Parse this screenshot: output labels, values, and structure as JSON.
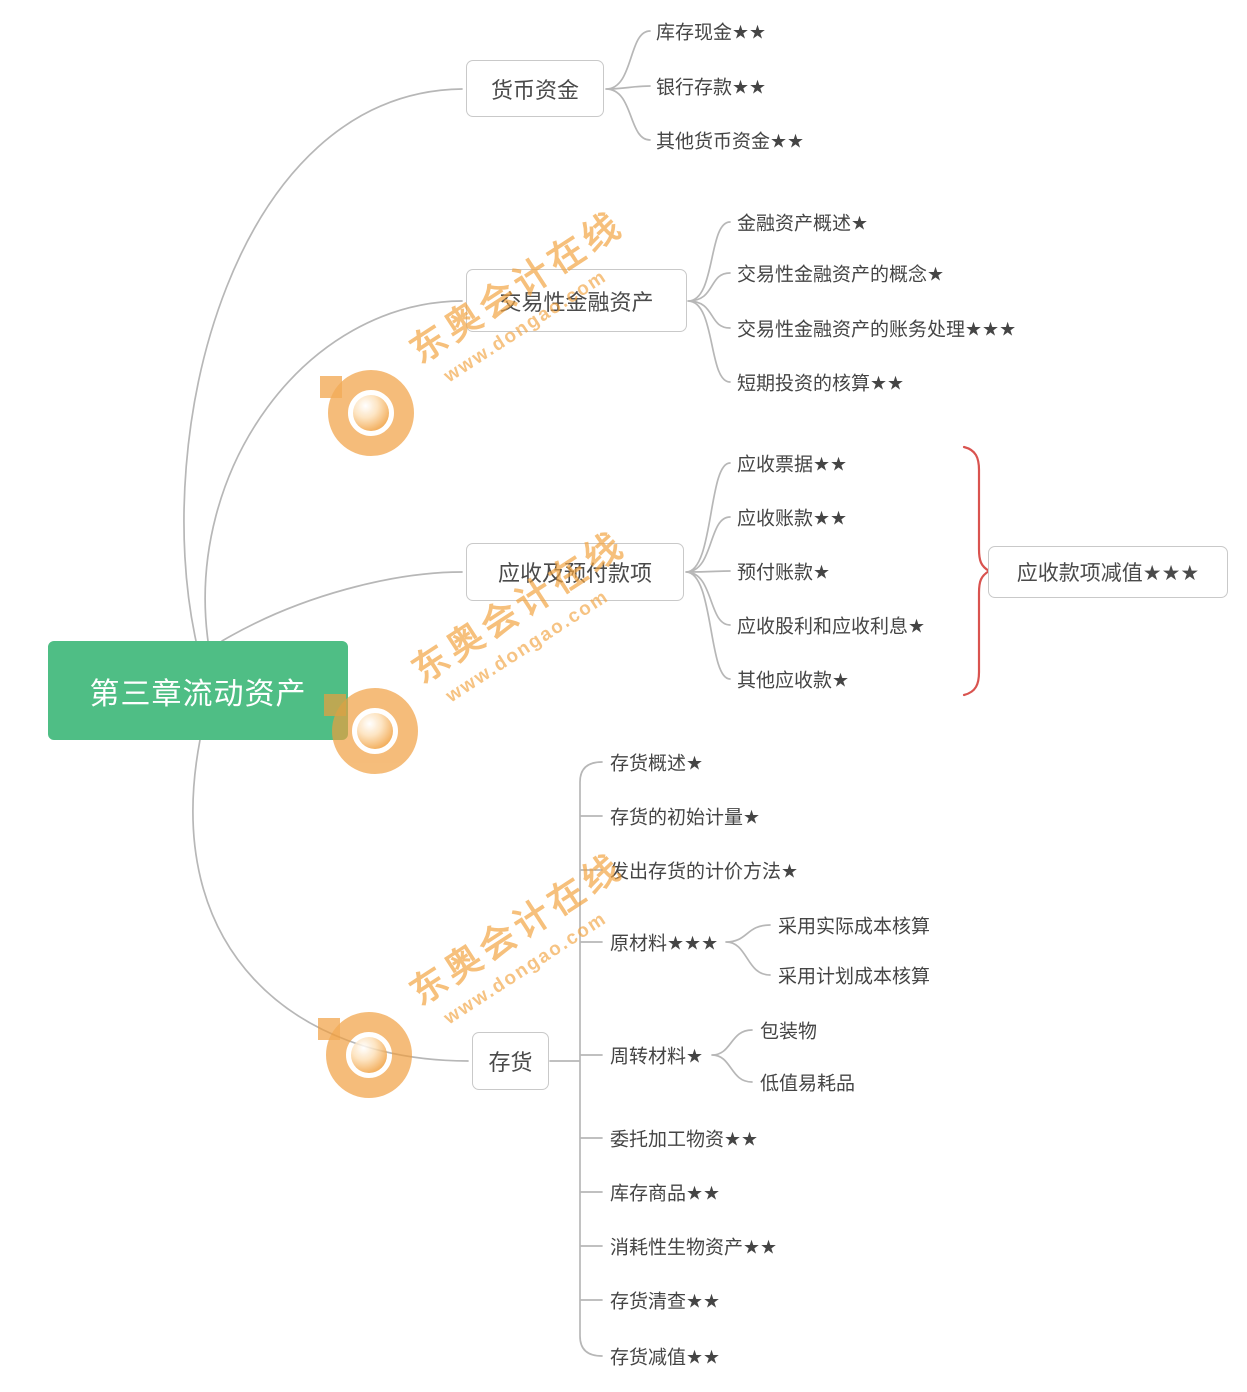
{
  "root": {
    "label": "第三章流动资产"
  },
  "branches": [
    {
      "label": "货币资金",
      "children": [
        {
          "label": "库存现金★★"
        },
        {
          "label": "银行存款★★"
        },
        {
          "label": "其他货币资金★★"
        }
      ]
    },
    {
      "label": "交易性金融资产",
      "children": [
        {
          "label": "金融资产概述★"
        },
        {
          "label": "交易性金融资产的概念★"
        },
        {
          "label": "交易性金融资产的账务处理★★★"
        },
        {
          "label": "短期投资的核算★★"
        }
      ]
    },
    {
      "label": "应收及预付款项",
      "children": [
        {
          "label": "应收票据★★"
        },
        {
          "label": "应收账款★★"
        },
        {
          "label": "预付账款★"
        },
        {
          "label": "应收股利和应收利息★"
        },
        {
          "label": "其他应收款★"
        }
      ],
      "annotation": {
        "label": "应收款项减值★★★"
      }
    },
    {
      "label": "存货",
      "children": [
        {
          "label": "存货概述★"
        },
        {
          "label": "存货的初始计量★"
        },
        {
          "label": "发出存货的计价方法★"
        },
        {
          "label": "原材料★★★",
          "children": [
            {
              "label": "采用实际成本核算"
            },
            {
              "label": "采用计划成本核算"
            }
          ]
        },
        {
          "label": "周转材料★",
          "children": [
            {
              "label": "包装物"
            },
            {
              "label": "低值易耗品"
            }
          ]
        },
        {
          "label": "委托加工物资★★"
        },
        {
          "label": "库存商品★★"
        },
        {
          "label": "消耗性生物资产★★"
        },
        {
          "label": "存货清查★★"
        },
        {
          "label": "存货减值★★"
        }
      ]
    }
  ],
  "watermark": {
    "brand": "东奥会计在线",
    "url": "www.dongao.com"
  },
  "colors": {
    "root_bg": "#4fbe85",
    "node_border": "#c9c9c9",
    "node_text": "#4a4a4a",
    "connector": "#b7b7b7",
    "brace": "#d9534f",
    "watermark": "#f2a23e"
  }
}
